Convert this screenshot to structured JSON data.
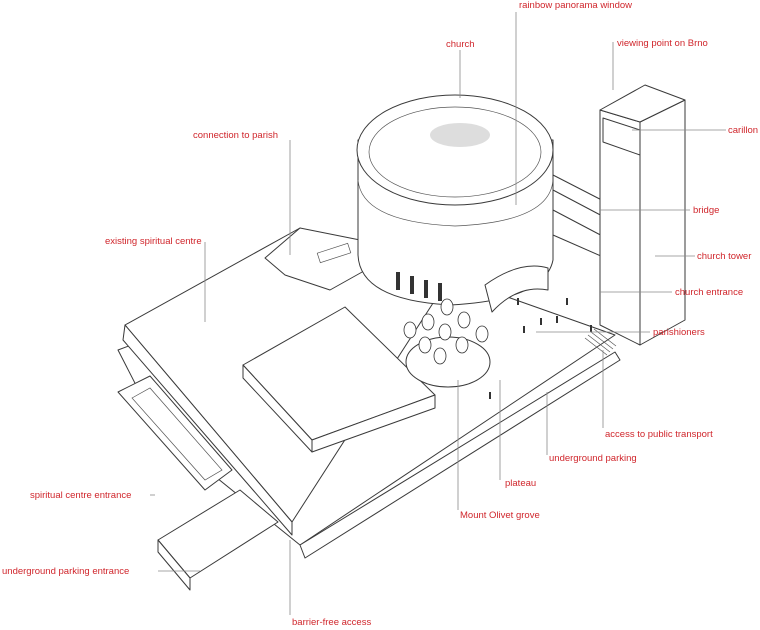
{
  "labels": {
    "rainbow_panorama_window": "rainbow panorama window",
    "church": "church",
    "viewing_point": "viewing point on Brno",
    "connection_to_parish": "connection to parish",
    "carillon": "carillon",
    "bridge": "bridge",
    "existing_spiritual_centre": "existing spiritual centre",
    "church_tower": "church tower",
    "church_entrance": "church entrance",
    "parishioners": "parishioners",
    "access_to_public_transport": "access to public transport",
    "underground_parking": "underground parking",
    "plateau": "plateau",
    "spiritual_centre_entrance": "spiritual centre entrance",
    "mount_olivet_grove": "Mount Olivet grove",
    "underground_parking_entrance": "underground parking entrance",
    "barrier_free_access": "barrier-free access"
  },
  "colors": {
    "label": "#d0262c",
    "line": "#3a3a3a",
    "leader": "#8a8a8a"
  }
}
